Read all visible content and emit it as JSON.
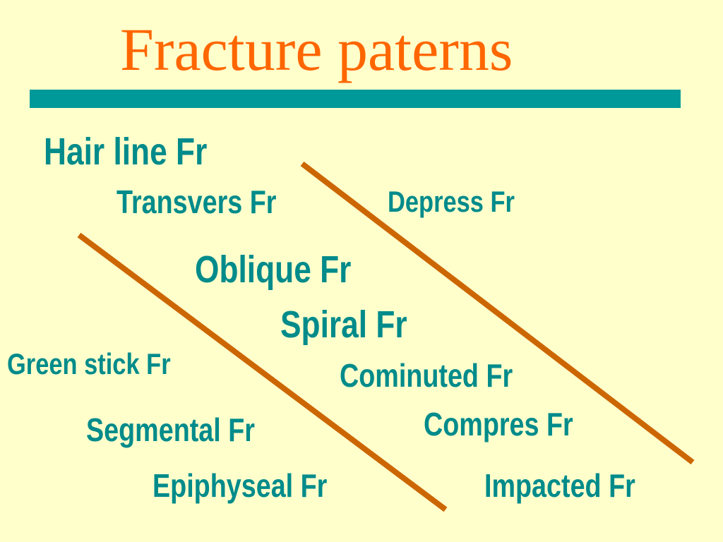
{
  "colors": {
    "background": "#FFFFCC",
    "title": "#FF6600",
    "rule": "#009999",
    "label": "#008B8B",
    "diagonal": "#CC6600"
  },
  "title": "Fracture paterns",
  "labels": {
    "hair_line": "Hair line Fr",
    "transvers": "Transvers Fr",
    "depress": "Depress Fr",
    "oblique": "Oblique Fr",
    "spiral": "Spiral Fr",
    "green_stick": "Green stick Fr",
    "cominuted": "Cominuted Fr",
    "segmental": "Segmental Fr",
    "compres": "Compres Fr",
    "epiphyseal": "Epiphyseal Fr",
    "impacted": "Impacted Fr"
  }
}
